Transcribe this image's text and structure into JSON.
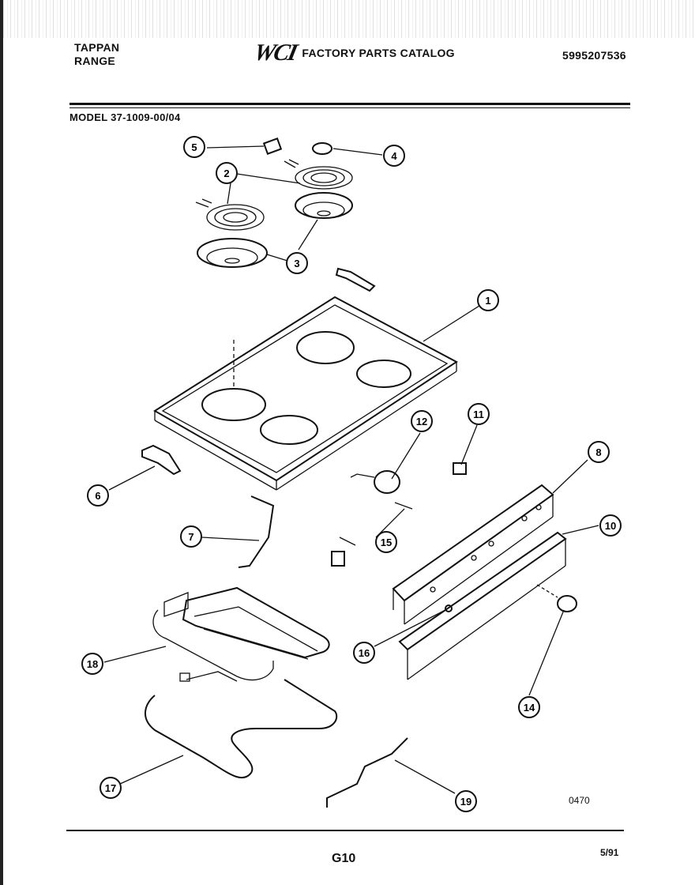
{
  "header": {
    "brand_line1": "TAPPAN",
    "brand_line2": "RANGE",
    "logo": "WCI",
    "catalog_title": "FACTORY PARTS CATALOG",
    "part_number": "5995207536",
    "model": "MODEL 37-1009-00/04"
  },
  "diagram": {
    "callouts": [
      "1",
      "2",
      "3",
      "4",
      "5",
      "6",
      "7",
      "8",
      "10",
      "11",
      "12",
      "14",
      "15",
      "16",
      "17",
      "18",
      "19"
    ],
    "drawing_code": "0470"
  },
  "footer": {
    "page": "G10",
    "date": "5/91"
  }
}
